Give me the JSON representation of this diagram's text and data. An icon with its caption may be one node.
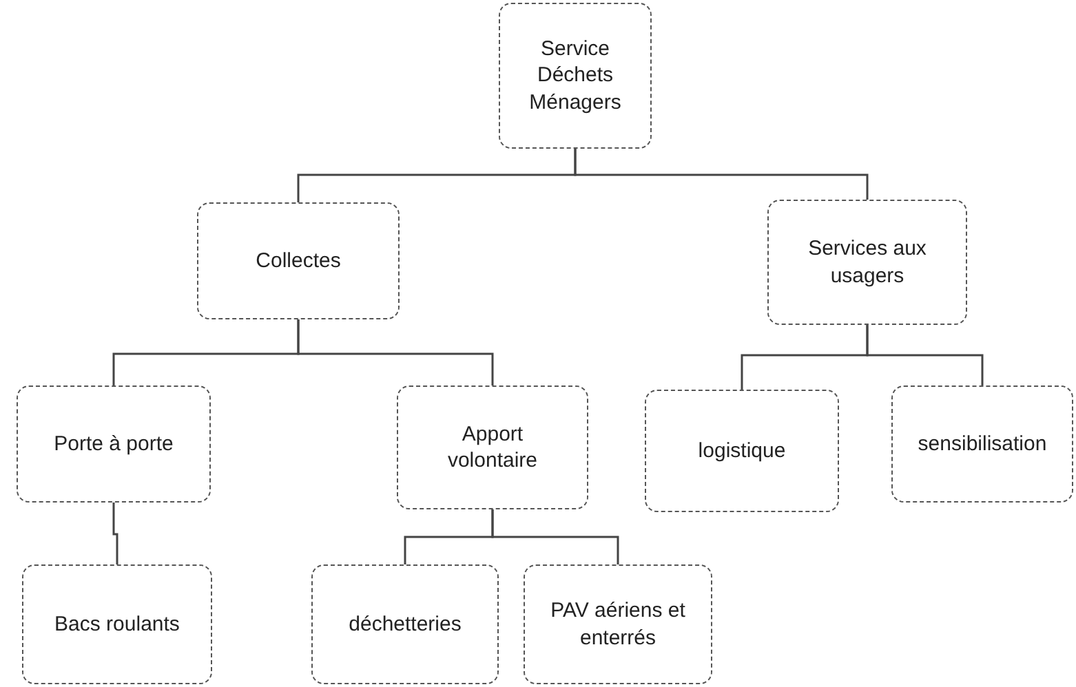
{
  "diagram": {
    "nodes": [
      {
        "text": [
          "Service Déchets Ménagers"
        ]
      },
      {
        "text": [
          "Collectes"
        ]
      },
      {
        "text": [
          "Services aux usagers"
        ]
      },
      {
        "text": [
          "Porte à porte"
        ]
      },
      {
        "text": [
          "Apport volontaire"
        ]
      },
      {
        "text": [
          "logistique"
        ]
      },
      {
        "text": [
          "sensibilisation"
        ]
      },
      {
        "text": [
          "Bacs roulants"
        ]
      },
      {
        "text": [
          "déchetteries"
        ]
      },
      {
        "text": [
          "PAV aériens et enterrés"
        ]
      }
    ],
    "edges": [
      {
        "from": 0,
        "to": 1,
        "arrow": "none"
      },
      {
        "from": 0,
        "to": 2,
        "arrow": "none"
      },
      {
        "from": 1,
        "to": 3,
        "arrow": "none"
      },
      {
        "from": 1,
        "to": 4,
        "arrow": "none"
      },
      {
        "from": 2,
        "to": 5,
        "arrow": "none"
      },
      {
        "from": 2,
        "to": 6,
        "arrow": "none"
      },
      {
        "from": 3,
        "to": 7,
        "arrow": "none"
      },
      {
        "from": 4,
        "to": 8,
        "arrow": "none"
      },
      {
        "from": 4,
        "to": 9,
        "arrow": "none"
      }
    ]
  }
}
